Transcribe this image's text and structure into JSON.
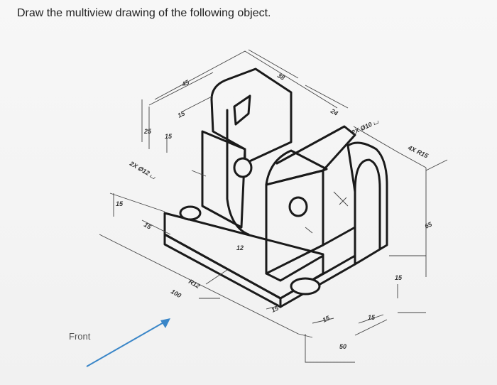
{
  "question": "Draw the multiview drawing of the following object.",
  "front_label": "Front",
  "colors": {
    "outline": "#1a1a1a",
    "thin": "#444444",
    "arrow": "#3a86c8",
    "background": "#f4f4f4"
  },
  "dimensions": {
    "d45": "45",
    "d38": "38",
    "d24": "24",
    "d25": "25",
    "d15a": "15",
    "d15b": "15",
    "d15c": "15",
    "d15d": "15",
    "d15e": "15",
    "d15f": "15",
    "d15g": "15",
    "d15h": "15",
    "d12": "12",
    "d100": "100",
    "d50": "50",
    "d65": "65",
    "r12": "R12",
    "holes12": "2X Ø12 ⌴",
    "holes10": "2X Ø10 ⌴",
    "r15": "4X R15"
  }
}
